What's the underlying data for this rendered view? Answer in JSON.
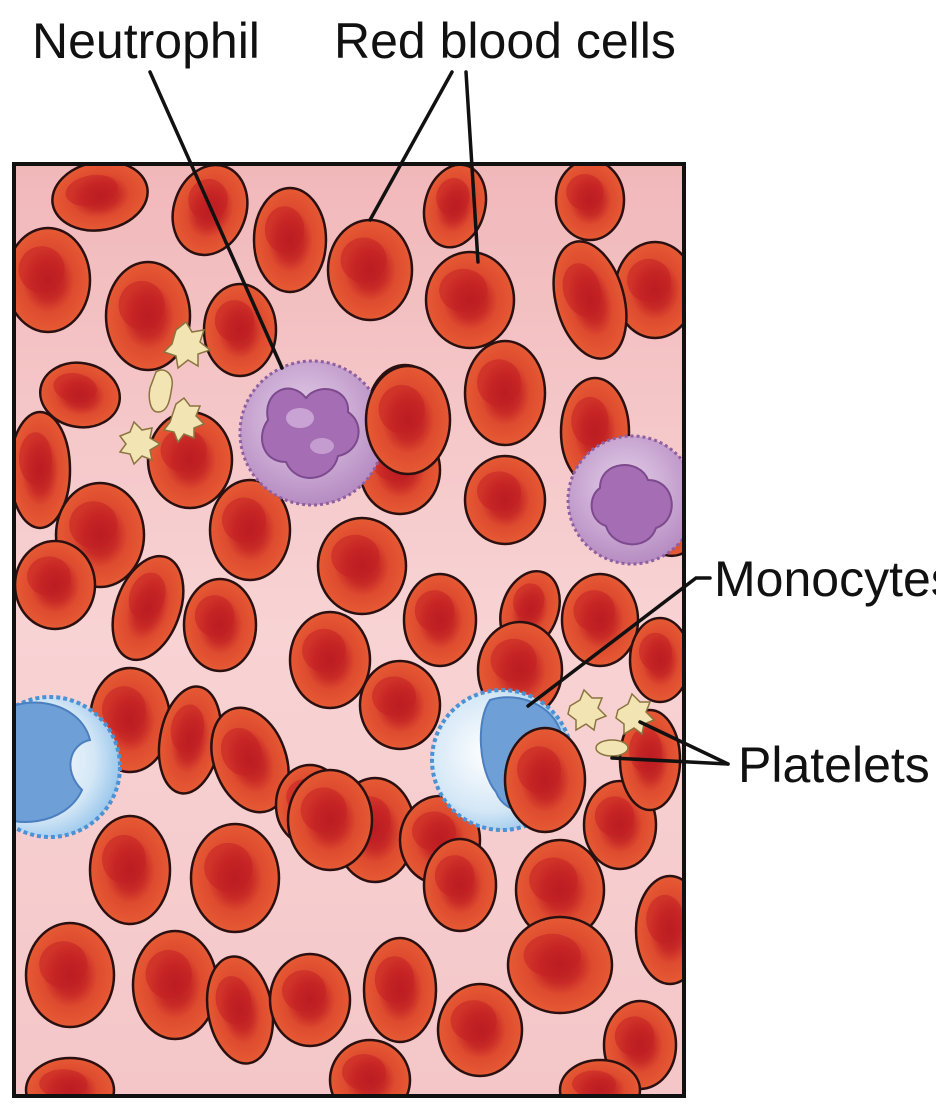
{
  "labels": {
    "neutrophil": "Neutrophil",
    "red_blood_cells": "Red blood cells",
    "monocytes": "Monocytes",
    "platelets": "Platelets"
  },
  "colors": {
    "plasma_light": "#fbe3e4",
    "plasma_dark": "#f0b7b9",
    "rbc_rim": "#dd4a2e",
    "rbc_center": "#b41a22",
    "outline": "#2a1010",
    "neutrophil": "#c6a2cf",
    "neutrophil_nucleus": "#a066ae",
    "monocyte": "#cfe3f3",
    "monocyte_edge": "#4f97d6",
    "monocyte_nucleus": "#6fa1d8",
    "platelet": "#f3e4b4"
  }
}
